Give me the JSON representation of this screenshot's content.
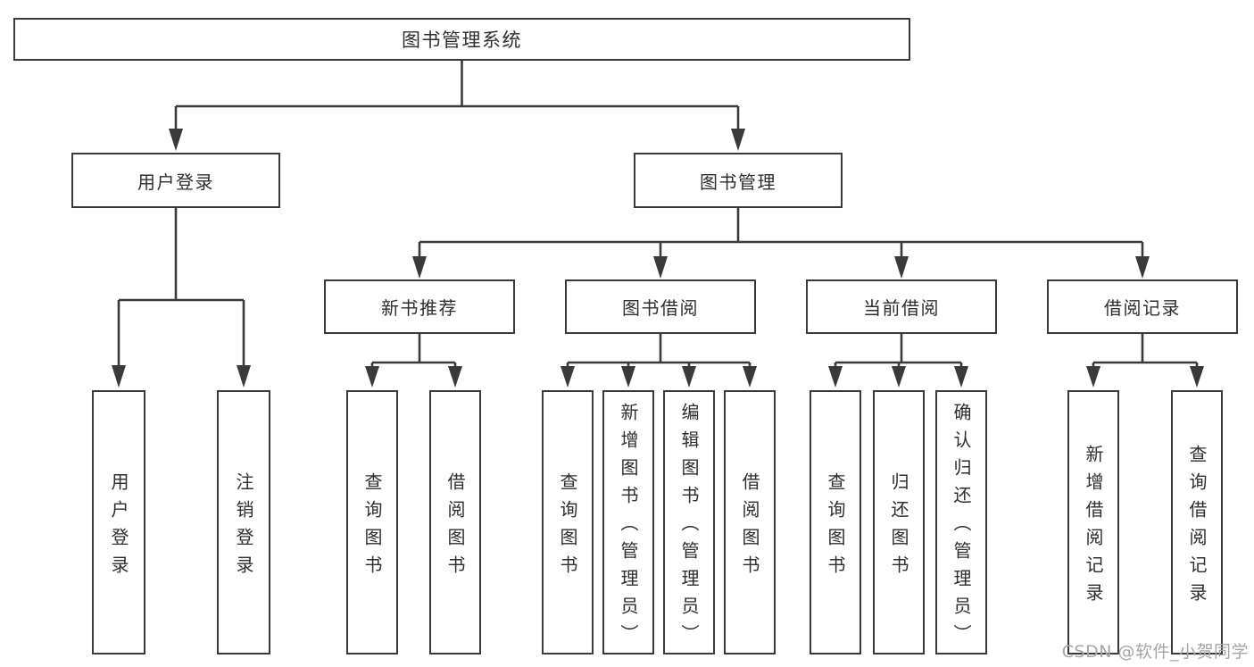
{
  "diagram": {
    "root": {
      "label": "图书管理系统"
    },
    "branches": [
      {
        "label": "用户登录",
        "children": [
          {
            "label": "用户登录"
          },
          {
            "label": "注销登录"
          }
        ]
      },
      {
        "label": "图书管理",
        "children": [
          {
            "label": "新书推荐",
            "children": [
              {
                "label": "查询图书"
              },
              {
                "label": "借阅图书"
              }
            ]
          },
          {
            "label": "图书借阅",
            "children": [
              {
                "label": "查询图书"
              },
              {
                "label": "新增图书（管理员）"
              },
              {
                "label": "编辑图书（管理员）"
              },
              {
                "label": "借阅图书"
              }
            ]
          },
          {
            "label": "当前借阅",
            "children": [
              {
                "label": "查询图书"
              },
              {
                "label": "归还图书"
              },
              {
                "label": "确认归还（管理员）"
              }
            ]
          },
          {
            "label": "借阅记录",
            "children": [
              {
                "label": "新增借阅记录"
              },
              {
                "label": "查询借阅记录"
              }
            ]
          }
        ]
      }
    ]
  },
  "watermark": {
    "text": "CSDN @软件_小贺同学"
  },
  "colors": {
    "line": "#3a3a3a",
    "text": "#2e2e2e",
    "watermark": "#a6a6a6",
    "background": "#ffffff"
  }
}
